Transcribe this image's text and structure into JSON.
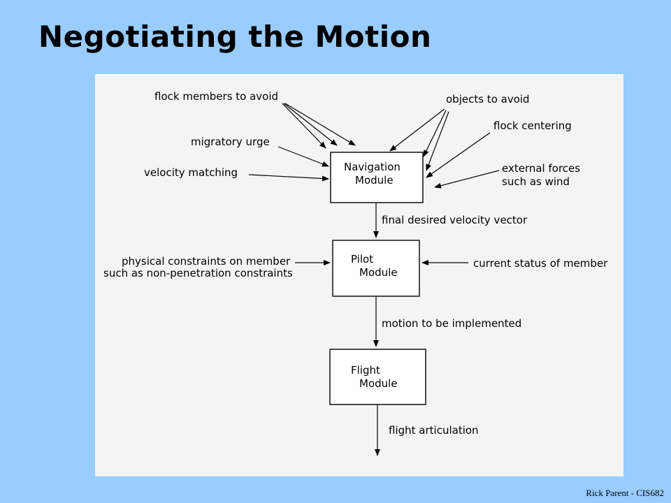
{
  "slide": {
    "title": "Negotiating the Motion",
    "footer": "Rick Parent - CIS682"
  },
  "diagram": {
    "nodes": {
      "navigation": [
        "Navigation",
        "Module"
      ],
      "pilot": [
        "Pilot",
        "Module"
      ],
      "flight": [
        "Flight",
        "Module"
      ]
    },
    "inputs": {
      "flock_members": [
        "flock members to avoid"
      ],
      "migratory": [
        "migratory urge"
      ],
      "velocity": [
        "velocity matching"
      ],
      "objects": [
        "objects to avoid"
      ],
      "centering": [
        "flock centering"
      ],
      "external": [
        "external forces",
        "such as wind"
      ],
      "physical": [
        "physical constraints on member",
        "such as non-penetration constraints"
      ],
      "status": [
        "current status of member"
      ]
    },
    "edges": {
      "nav_to_pilot": [
        "final desired velocity vector"
      ],
      "pilot_to_flight": [
        "motion to be implemented"
      ],
      "flight_out": [
        "flight articulation"
      ]
    }
  }
}
